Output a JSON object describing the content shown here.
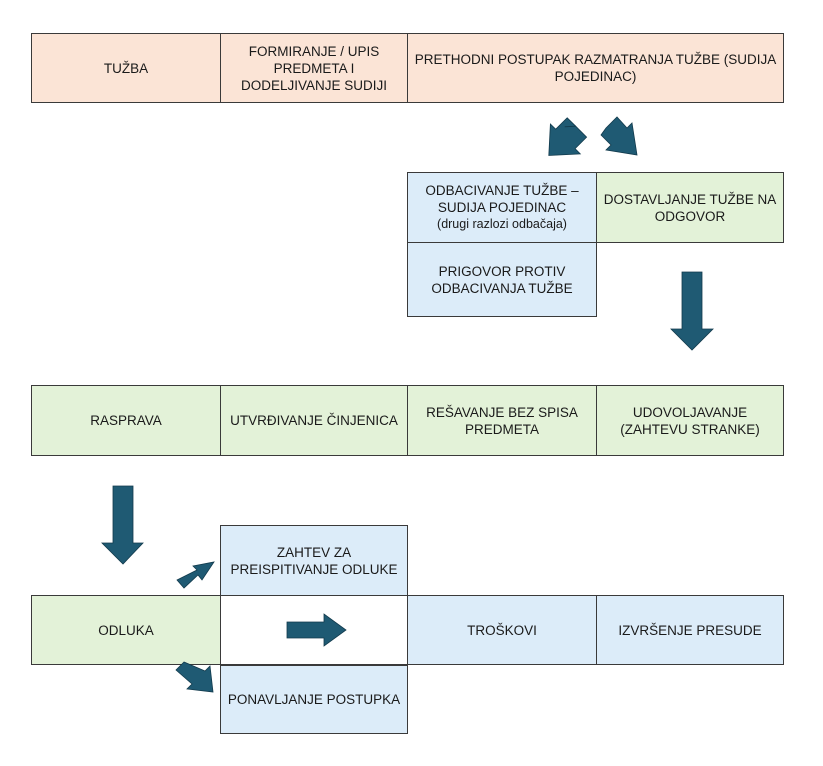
{
  "row1": {
    "tuzba": "TUŽBA",
    "formiranje": "FORMIRANJE / UPIS PREDMETA I DODELJIVANJE SUDIJI",
    "prethodni": "PRETHODNI POSTUPAK RAZMATRANJA TUŽBE (SUDIJA POJEDINAC)"
  },
  "branch": {
    "odbacivanje_main": "ODBACIVANJE TUŽBE – SUDIJA POJEDINAC",
    "odbacivanje_note": "(drugi razlozi odbačaja)",
    "dostavljanje": "DOSTAVLJANJE TUŽBE NA ODGOVOR",
    "prigovor": "PRIGOVOR PROTIV ODBACIVANJA TUŽBE"
  },
  "row3": {
    "rasprava": "RASPRAVA",
    "utvrdjivanje": "UTVRĐIVANJE ČINJENICA",
    "resavanje": "REŠAVANJE BEZ SPISA PREDMETA",
    "udovoljavanje": "UDOVOLJAVANJE (ZAHTEVU STRANKE)"
  },
  "row4": {
    "zahtev": "ZAHTEV ZA PREISPITIVANJE ODLUKE",
    "odluka": "ODLUKA",
    "troskovi": "TROŠKOVI",
    "izvrsenje": "IZVRŠENJE PRESUDE",
    "ponavljanje": "PONAVLJANJE POSTUPKA"
  },
  "colors": {
    "pink": "#fbe4d6",
    "green": "#e3f2d8",
    "blue": "#dcecf9",
    "arrow": "#1f5a73"
  },
  "icons": [
    "arrow-down-left-icon",
    "arrow-down-right-icon",
    "arrow-down-icon",
    "arrow-up-right-icon",
    "arrow-right-icon"
  ]
}
